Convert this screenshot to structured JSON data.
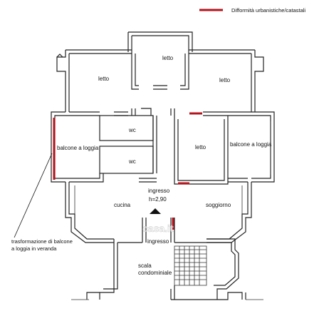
{
  "legend": {
    "label": "Difformità urbanistiche/catastali",
    "color": "#b4141e"
  },
  "rooms": {
    "letto_top_center": "letto",
    "letto_top_left": "letto",
    "letto_top_right": "letto",
    "wc_1": "wc",
    "wc_2": "wc",
    "letto_center": "letto",
    "balcone_left": "balcone a loggia",
    "balcone_right": "balcone a loggia",
    "ingresso_line1": "ingresso",
    "ingresso_line2": "h=2,90",
    "cucina": "cucina",
    "soggiorno": "soggiorno",
    "ingresso_lower": "ingresso",
    "scala_line1": "scala",
    "scala_line2": "condominiale"
  },
  "note": {
    "line1": "trasformazione di balcone",
    "line2": "a loggia in veranda"
  },
  "watermark": "casa.it",
  "colors": {
    "wall_fill": "#e9e9e9",
    "line": "#222222",
    "nonconformity": "#b4141e"
  }
}
